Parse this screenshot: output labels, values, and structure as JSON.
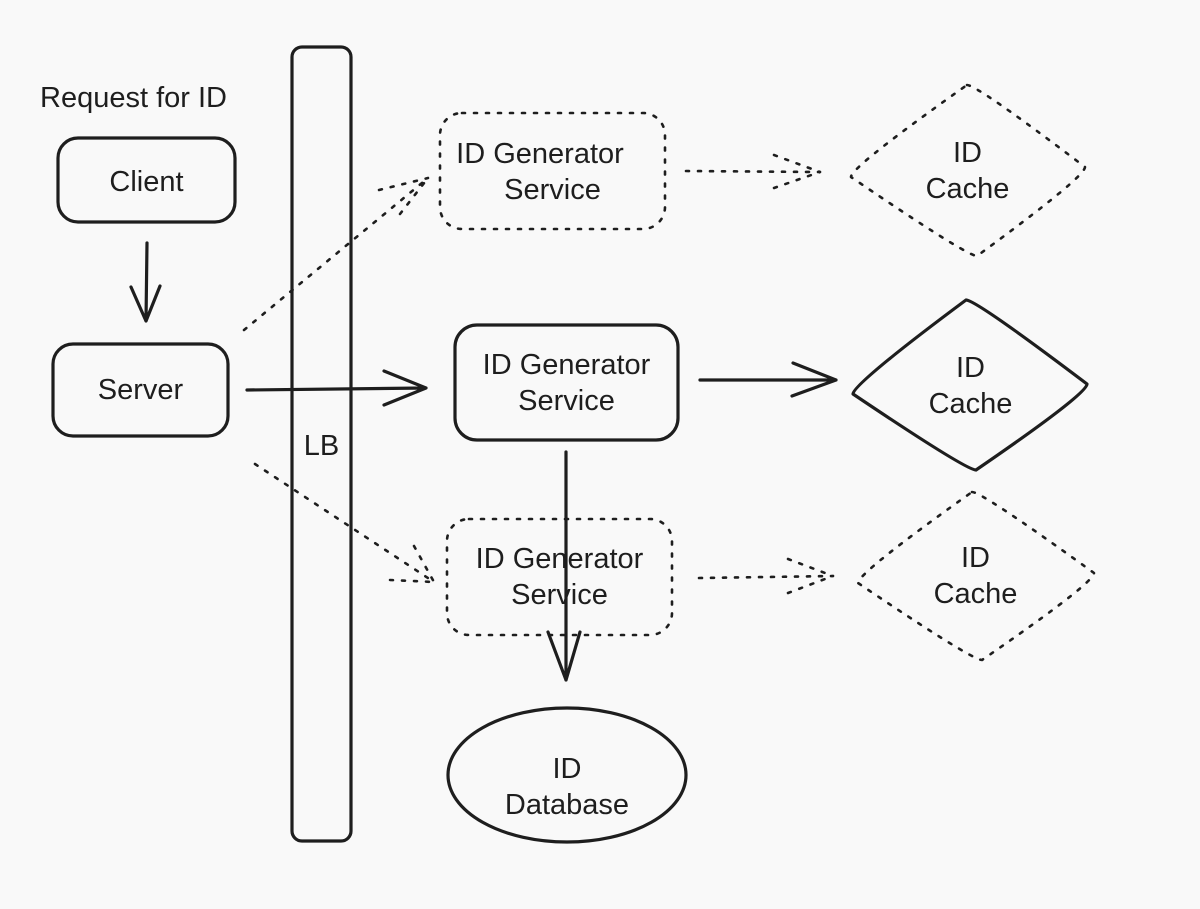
{
  "title": "Request for ID",
  "nodes": {
    "client": "Client",
    "server": "Server",
    "load_balancer": "LB",
    "generator_top": {
      "line1": "ID Generator",
      "line2": "Service"
    },
    "generator_mid": {
      "line1": "ID Generator",
      "line2": "Service"
    },
    "generator_bottom": {
      "line1": "ID Generator",
      "line2": "Service"
    },
    "cache_top": {
      "line1": "ID",
      "line2": "Cache"
    },
    "cache_mid": {
      "line1": "ID",
      "line2": "Cache"
    },
    "cache_bottom": {
      "line1": "ID",
      "line2": "Cache"
    },
    "database": {
      "line1": "ID",
      "line2": "Database"
    }
  },
  "colors": {
    "ink": "#1e1e1e",
    "background": "#f9f9f9"
  }
}
